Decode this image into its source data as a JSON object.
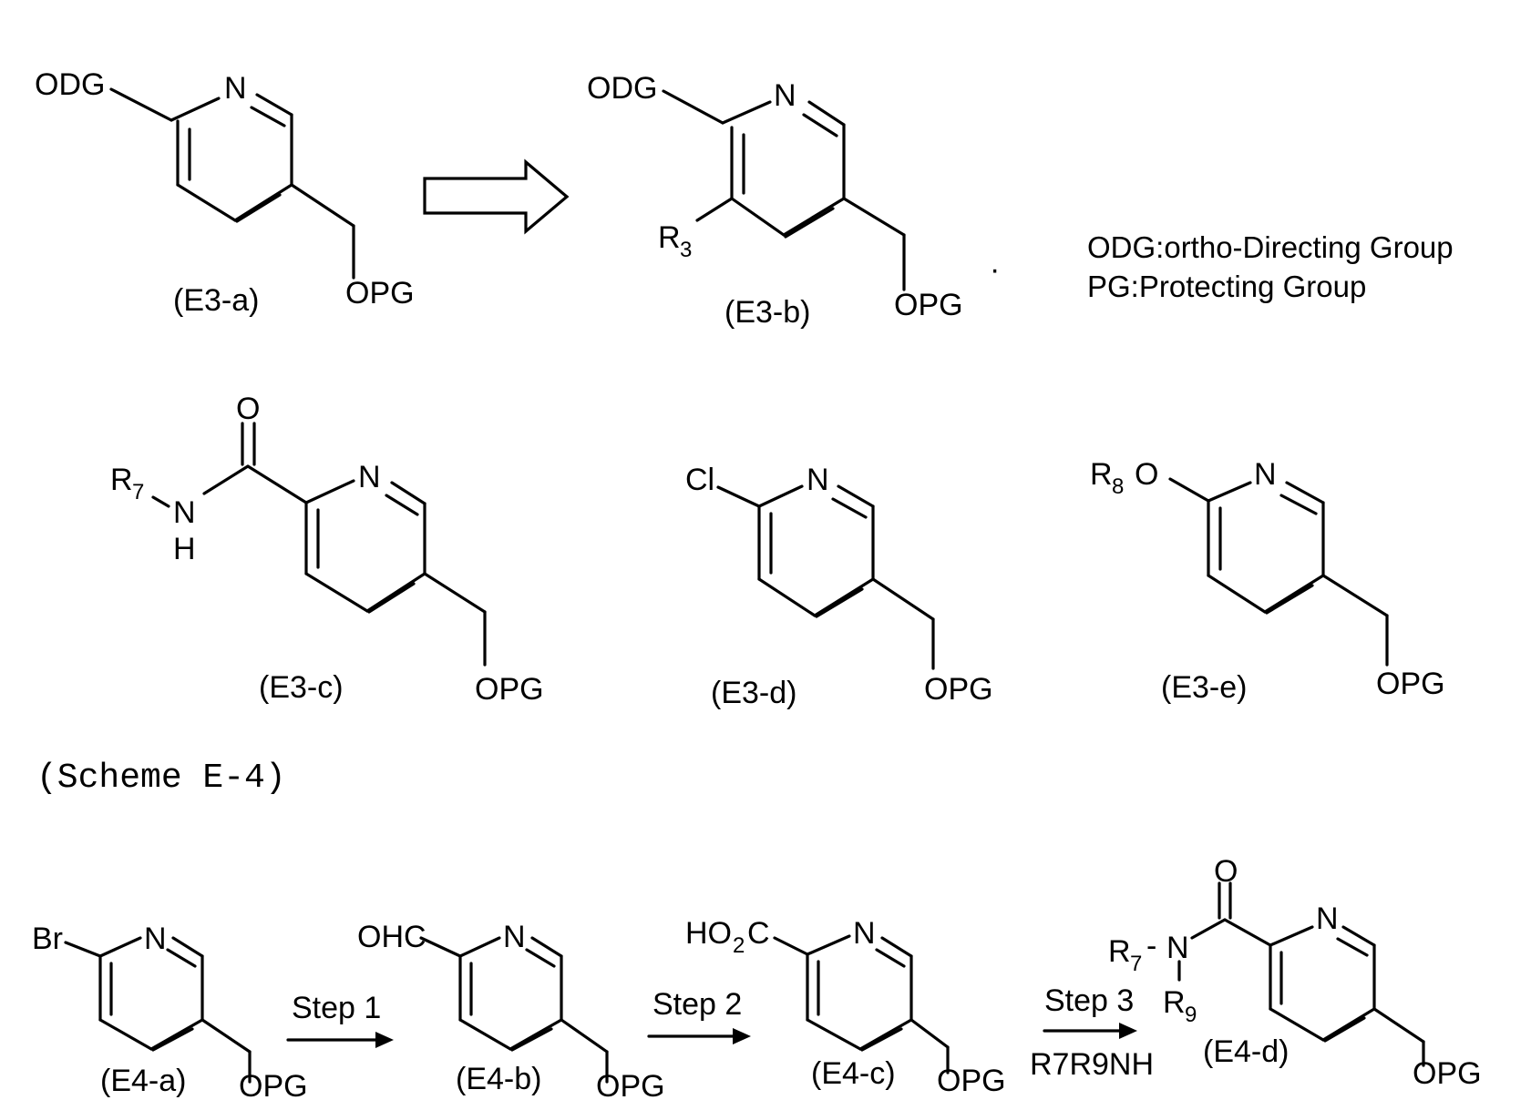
{
  "legend": {
    "odg": "ODG:ortho-Directing Group",
    "pg": "PG:Protecting Group"
  },
  "scheme_title": "(Scheme E-4)",
  "compounds": {
    "e3a": {
      "label": "(E3-a)",
      "odg": "ODG",
      "n": "N",
      "opg": "OPG"
    },
    "e3b": {
      "label": "(E3-b)",
      "odg": "ODG",
      "n": "N",
      "r": "R",
      "r_sub": "3",
      "opg": "OPG"
    },
    "e3c": {
      "label": "(E3-c)",
      "o": "O",
      "r": "R",
      "r_sub": "7",
      "nh_n": "N",
      "nh_h": "H",
      "n": "N",
      "opg": "OPG"
    },
    "e3d": {
      "label": "(E3-d)",
      "cl": "Cl",
      "n": "N",
      "opg": "OPG"
    },
    "e3e": {
      "label": "(E3-e)",
      "r": "R",
      "r_sub": "8",
      "o": "O",
      "n": "N",
      "opg": "OPG"
    },
    "e4a": {
      "label": "(E4-a)",
      "br": "Br",
      "n": "N",
      "opg": "OPG"
    },
    "e4b": {
      "label": "(E4-b)",
      "ohc": "OHC",
      "n": "N",
      "opg": "OPG"
    },
    "e4c": {
      "label": "(E4-c)",
      "ho": "HO",
      "ho_sub": "2",
      "c": "C",
      "n": "N",
      "opg": "OPG"
    },
    "e4d": {
      "label": "(E4-d)",
      "o": "O",
      "r7": "R",
      "r7_sub": "7",
      "amide_n": "N",
      "r9": "R",
      "r9_sub": "9",
      "n": "N",
      "opg": "OPG"
    }
  },
  "steps": {
    "step1": "Step 1",
    "step2": "Step 2",
    "step3": "Step 3",
    "reagent3": "R7R9NH"
  }
}
